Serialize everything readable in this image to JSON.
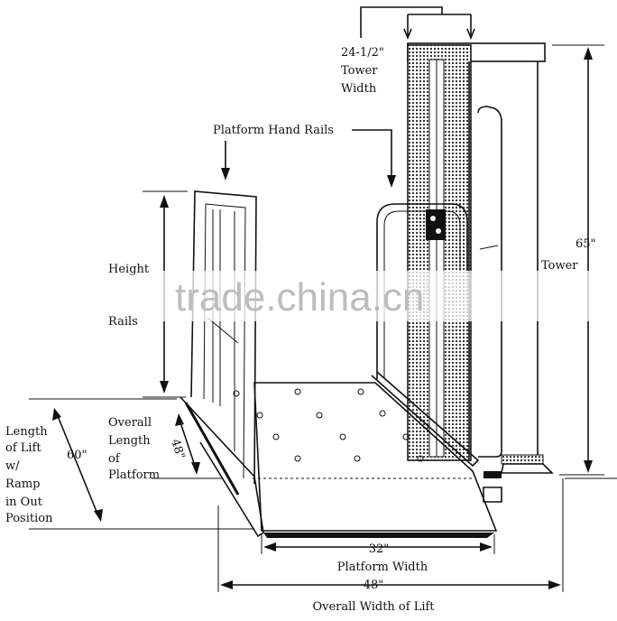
{
  "labels": {
    "tower_width": [
      "24-1/2\"",
      "Tower",
      "Width"
    ],
    "platform_hand_rails": "Platform Hand Rails",
    "height_rails": [
      "Height",
      "Rails"
    ],
    "tower_height": "65\"",
    "tower_label": "Tower",
    "overall_length_platform": [
      "Overall",
      "Length",
      "of",
      "Platform"
    ],
    "platform_length_value": "48\"",
    "length_of_lift": [
      "Length",
      "of Lift",
      "w/",
      "Ramp",
      "in Out",
      "Position"
    ],
    "length_of_lift_value": "60\"",
    "platform_width_value": "32\"",
    "platform_width_label": "Platform Width",
    "overall_width_value": "48\"",
    "overall_width_label": "Overall Width of Lift"
  },
  "watermark": "trade.china.cn",
  "colors": {
    "line": "#111111",
    "watermark": "#bdbdbd",
    "background": "#ffffff"
  }
}
